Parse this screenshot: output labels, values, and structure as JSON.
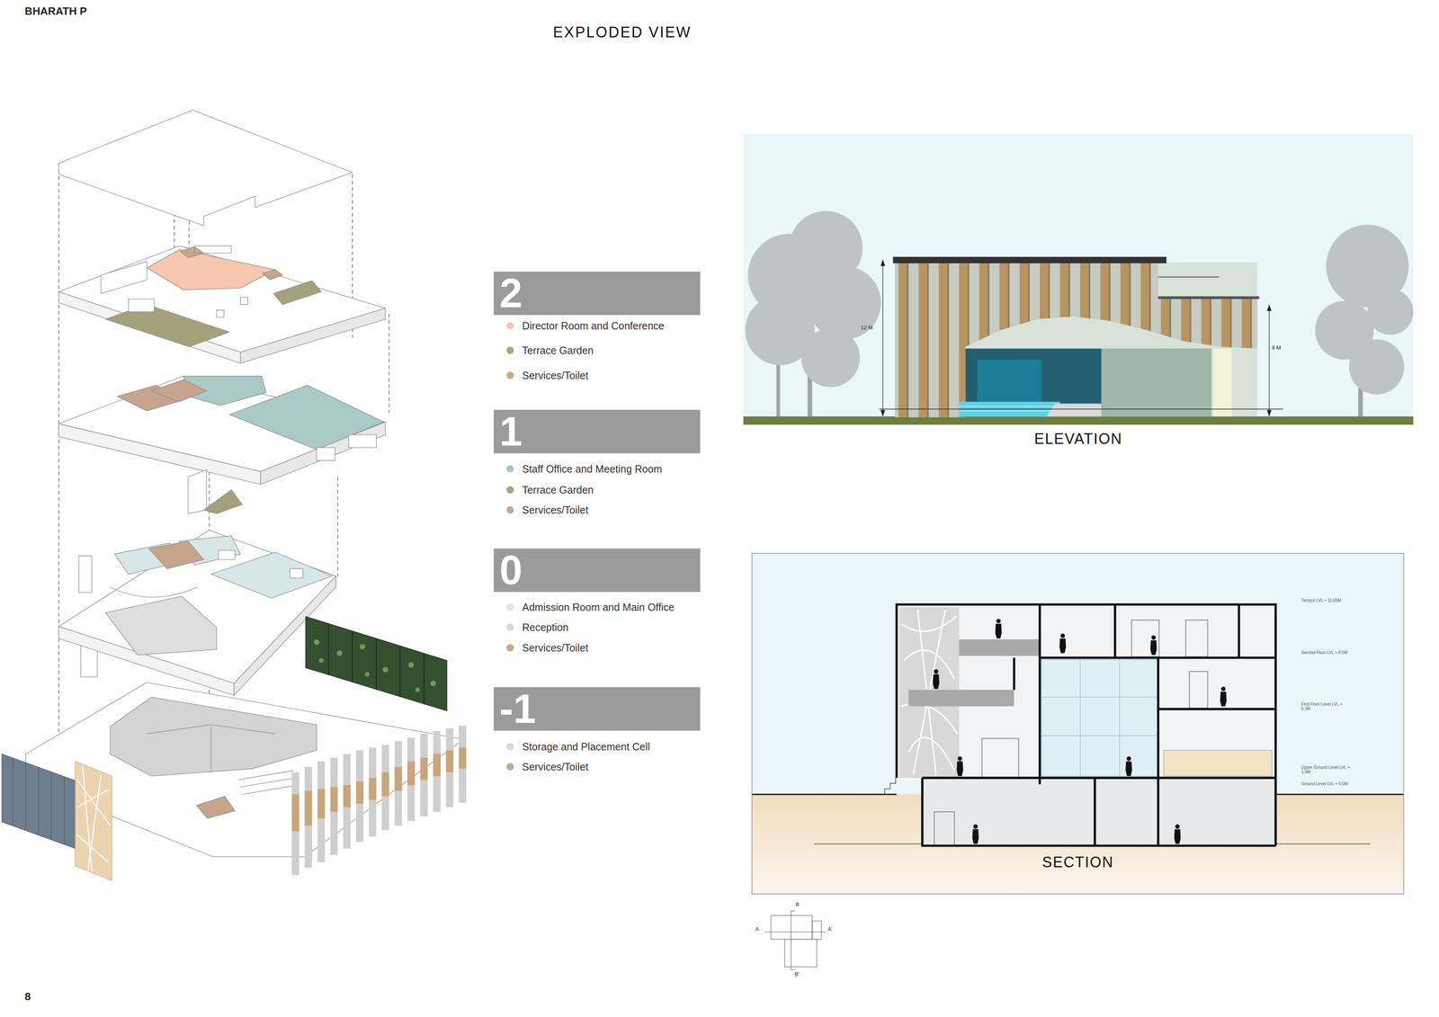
{
  "diagram": {
    "title": "EXPLODED VIEW",
    "nodes": [
      {
        "text": [
          "2"
        ]
      },
      {
        "text": [
          "1"
        ]
      },
      {
        "text": [
          "0"
        ]
      },
      {
        "text": [
          "-1"
        ]
      },
      {
        "text": [
          "ELEVATION"
        ]
      },
      {
        "text": [
          "SECTION"
        ]
      }
    ],
    "labels": [
      "BHARATH P",
      "12 M",
      "8 M",
      "Terrace LVL + 11.65M",
      "Second Floor LVL + 8.5M",
      "First Floor Level LVL + 5.3M",
      "Upper Ground Level LVL + 1.5M",
      "Ground Level LVL + 0.0M",
      "B",
      "A",
      "A'",
      "B'",
      "8"
    ],
    "legend": [
      {
        "text": "Director Room and Conference",
        "color": "#f5c6ae"
      },
      {
        "text": "Terrace Garden",
        "color": "#a6a67e"
      },
      {
        "text": "Services/Toilet",
        "color": "#c9a88f"
      },
      {
        "text": "Staff Office and Meeting Room",
        "color": "#a9c8c3"
      },
      {
        "text": "Terrace Garden",
        "color": "#a6a67e"
      },
      {
        "text": "Services/Toilet",
        "color": "#c9a88f"
      },
      {
        "text": "Admission Room and Main Office",
        "color": "#d9e9e7"
      },
      {
        "text": "Reception",
        "color": "#d8d8d8"
      },
      {
        "text": "Services/Toilet",
        "color": "#c9a88f"
      },
      {
        "text": "Storage and Placement Cell",
        "color": "#d8d8d8"
      },
      {
        "text": "Services/Toilet",
        "color": "#c9a88f"
      }
    ]
  }
}
